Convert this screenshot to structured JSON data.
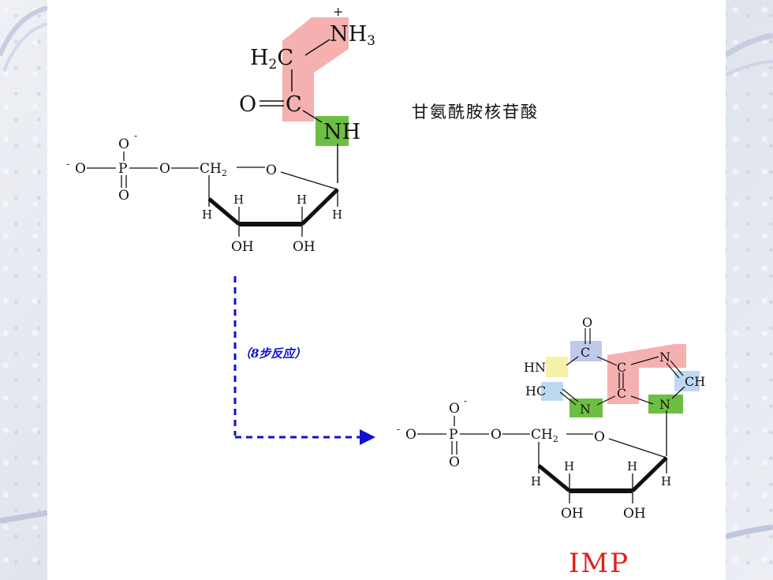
{
  "labels": {
    "top_compound_name": "甘氨酰胺核苷酸",
    "reaction_steps": "（8步反应）",
    "product_name": "IMP"
  },
  "glycine_fragment": {
    "charge": "+",
    "amine": "NH",
    "amine_sub": "3",
    "methylene": "H",
    "methylene_sub": "2",
    "methylene_c": "C",
    "carbonyl_o": "O",
    "carbonyl_c": "C",
    "amide_nh": "NH"
  },
  "phosphate_top": {
    "o_top": "O",
    "o_top_charge": "-",
    "o_left_charge": "-",
    "o_left": "O",
    "p": "P",
    "o_right": "O",
    "o_bottom": "O",
    "ch2": "CH",
    "ch2_sub": "2"
  },
  "ribose_top": {
    "ring_o": "O",
    "h_outer_left": "H",
    "h_inner_left": "H",
    "h_inner_right": "H",
    "h_outer_right": "H",
    "oh_left": "OH",
    "oh_right": "OH"
  },
  "hypoxanthine": {
    "o_top": "O",
    "c6": "C",
    "hn1": "HN",
    "c2": "HC",
    "n3": "N",
    "c5": "C",
    "c4": "C",
    "n7": "N",
    "c8": "CH",
    "n9": "N"
  },
  "phosphate_bottom": {
    "o_top": "O",
    "o_top_charge": "-",
    "o_left_charge": "-",
    "o_left": "O",
    "p": "P",
    "o_right": "O",
    "o_bottom": "O",
    "ch2": "CH",
    "ch2_sub": "2"
  },
  "ribose_bottom": {
    "ring_o": "O",
    "h_outer_left": "H",
    "h_inner_left": "H",
    "h_inner_right": "H",
    "h_outer_right": "H",
    "oh_left": "OH",
    "oh_right": "OH"
  },
  "colors": {
    "highlight_pink": "#f4a7a7",
    "highlight_green": "#5cb82e",
    "highlight_yellow": "#f6f0a0",
    "highlight_blue": "#b8d4f0",
    "highlight_lavender": "#b8c4e8",
    "arrow_blue": "#1010d0",
    "product_red": "#e0201a"
  }
}
